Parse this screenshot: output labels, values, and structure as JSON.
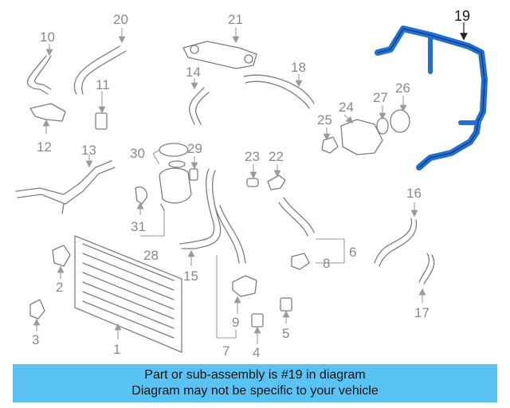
{
  "diagram": {
    "highlighted_part": "19",
    "callouts": [
      "1",
      "2",
      "3",
      "4",
      "5",
      "6",
      "7",
      "8",
      "9",
      "10",
      "11",
      "12",
      "13",
      "14",
      "15",
      "16",
      "17",
      "18",
      "19",
      "20",
      "21",
      "22",
      "23",
      "24",
      "25",
      "26",
      "27",
      "28",
      "29",
      "30",
      "31"
    ],
    "colors": {
      "highlight": "#1f6fd6",
      "banner": "#59c3f3",
      "linework": "#7d7d7d"
    }
  },
  "banner": {
    "line1": "Part or sub-assembly is #19 in diagram",
    "line2": "Diagram may not be specific to your vehicle"
  }
}
